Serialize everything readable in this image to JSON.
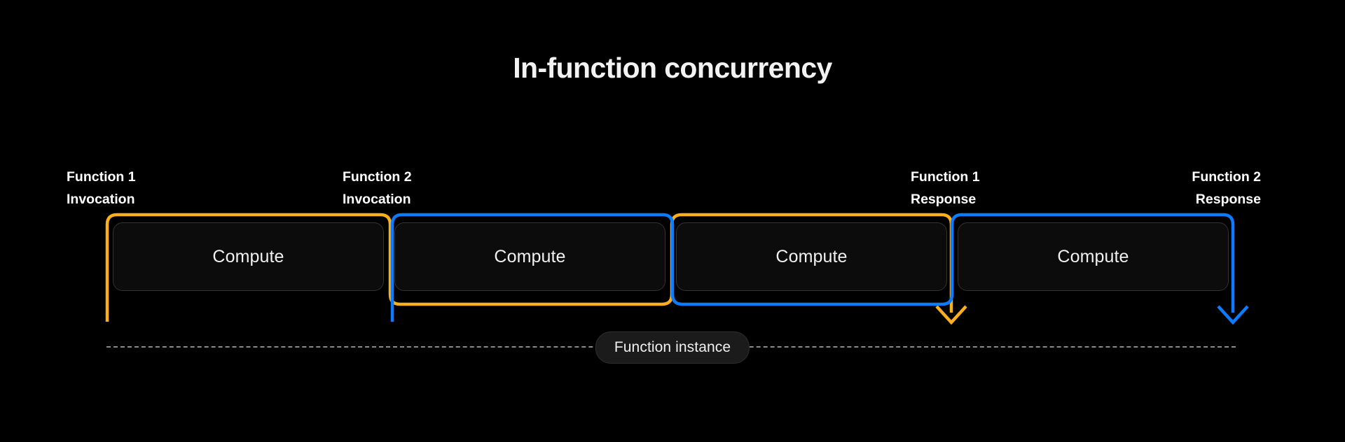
{
  "diagram": {
    "title": "In-function concurrency",
    "background_color": "#000000",
    "accent_colors": {
      "function_1": "#FBAF1A",
      "function_2": "#0B7CFF",
      "box_border": "#333333",
      "box_fill": "#0C0C0C",
      "dashed_line": "#8A8A8A",
      "text": "#FFFFFF"
    },
    "labels": [
      {
        "id": "f1-invocation",
        "line1": "Function 1",
        "line2": "Invocation",
        "align": "left",
        "color": "#FFFFFF"
      },
      {
        "id": "f2-invocation",
        "line1": "Function 2",
        "line2": "Invocation",
        "align": "left",
        "color": "#FFFFFF"
      },
      {
        "id": "f1-response",
        "line1": "Function 1",
        "line2": "Response",
        "align": "left",
        "color": "#FFFFFF"
      },
      {
        "id": "f2-response",
        "line1": "Function 2",
        "line2": "Response",
        "align": "right",
        "color": "#FFFFFF"
      }
    ],
    "compute_boxes": [
      {
        "id": "compute-1",
        "label": "Compute"
      },
      {
        "id": "compute-2",
        "label": "Compute"
      },
      {
        "id": "compute-3",
        "label": "Compute"
      },
      {
        "id": "compute-4",
        "label": "Compute"
      }
    ],
    "instance": {
      "pill_label": "Function instance"
    },
    "flows": [
      {
        "id": "function-1-flow",
        "name": "Function 1 execution path",
        "color": "#FBAF1A",
        "starts_at": "Function 1 Invocation",
        "ends_at": "Function 1 Response",
        "spans_boxes": [
          "compute-1",
          "compute-2",
          "compute-3"
        ],
        "arrowhead": "down"
      },
      {
        "id": "function-2-flow",
        "name": "Function 2 execution path",
        "color": "#0B7CFF",
        "starts_at": "Function 2 Invocation",
        "ends_at": "Function 2 Response",
        "spans_boxes": [
          "compute-2",
          "compute-3",
          "compute-4"
        ],
        "arrowhead": "down"
      }
    ]
  }
}
